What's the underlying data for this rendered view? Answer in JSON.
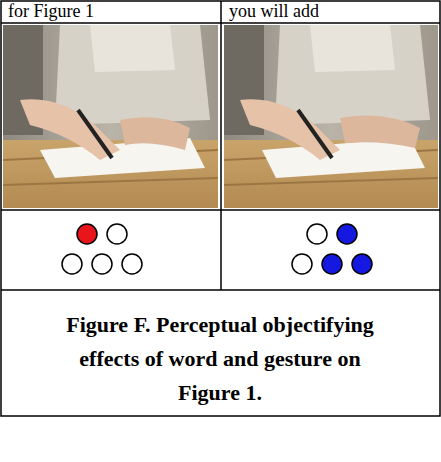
{
  "diagram": {
    "caption": "Figure F. Perceptual objectifying effects of word and gesture on Figure 1.",
    "labels": [
      "for Figure 1",
      "you will add"
    ]
  }
}
